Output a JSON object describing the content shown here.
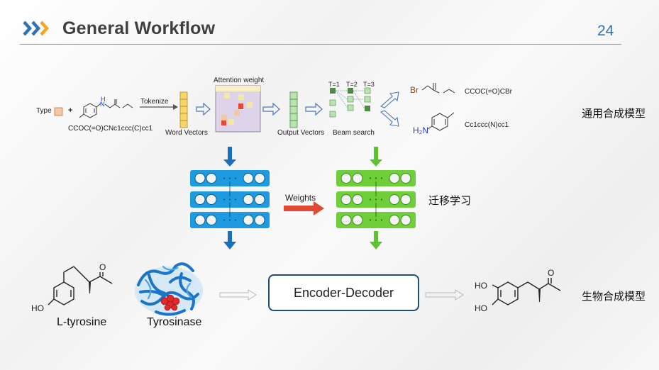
{
  "header": {
    "title": "General Workflow",
    "page_number": "24",
    "accent_color": "#2e74b5",
    "chevron_colors": [
      "#2e74b5",
      "#2e74b5",
      "#f5a623"
    ]
  },
  "general_pipeline": {
    "type_label": "Type",
    "plus": "+",
    "input_smiles": "CCOC(=O)CNc1ccc(C)cc1",
    "tokenize_label": "Tokenize",
    "word_vectors_label": "Word Vectors",
    "attention_label": "Attention weight",
    "output_vectors_label": "Output Vectors",
    "beam_search_label": "Beam search",
    "beam_steps": [
      "T=1",
      "T=2",
      "T=3"
    ],
    "product1_smiles": "CCOC(=O)CBr",
    "product2_smiles": "Cc1ccc(N)cc1",
    "product1_br": "Br",
    "product2_h2n": "H₂N",
    "amine_n": "N",
    "amine_h": "H",
    "model_name": "通用合成模型"
  },
  "transfer": {
    "weights_label": "Weights",
    "label": "迁移学习",
    "source_color": "#1e9be0",
    "target_color": "#6fcf3a",
    "arrow_color": "#e04a35"
  },
  "bio_pipeline": {
    "substrate_label": "L-tyrosine",
    "enzyme_label": "Tyrosinase",
    "model_box_label": "Encoder-Decoder",
    "substrate_ho": "HO",
    "product_ho1": "HO",
    "product_ho2": "HO",
    "ketone_o": "O",
    "model_name": "生物合成模型"
  }
}
